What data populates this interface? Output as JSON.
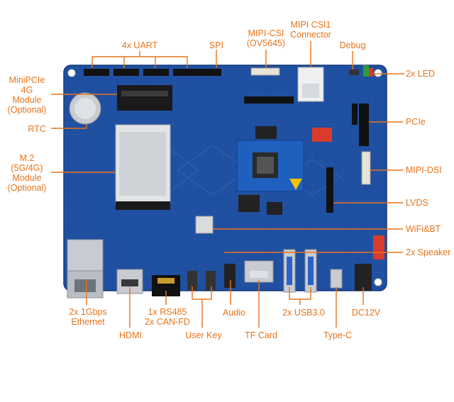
{
  "colors": {
    "accent": "#e8731a",
    "board": "#1f4fa0",
    "board_dark": "#173f86",
    "background": "#ffffff"
  },
  "labels": {
    "uart": "4x UART",
    "spi": "SPI",
    "mipi_csi": [
      "MIPI-CSI",
      "(OV5645)"
    ],
    "mipi_csi1": [
      "MIPI CSI1",
      "Connector"
    ],
    "debug": "Debug",
    "led": "2x LED",
    "minipcie": [
      "MiniPCIe",
      "4G",
      "Module",
      "(Optional)"
    ],
    "rtc": "RTC",
    "m2": [
      "M.2",
      "(5G/4G)",
      "Module",
      "(Optional)"
    ],
    "pcie": "PCIe",
    "mipi_dsi": "MIPI-DSI",
    "lvds": "LVDS",
    "wifi_bt": "WiFi&BT",
    "speaker": "2x Speaker",
    "ethernet": [
      "2x 1Gbps",
      "Ethernet"
    ],
    "hdmi": "HDMI",
    "rs485_can": [
      "1x RS485",
      "2x CAN-FD"
    ],
    "user_key": "User Key",
    "audio": "Audio",
    "tf_card": "TF Card",
    "usb3": "2x USB3.0",
    "type_c": "Type-C",
    "dc12v": "DC12V"
  }
}
